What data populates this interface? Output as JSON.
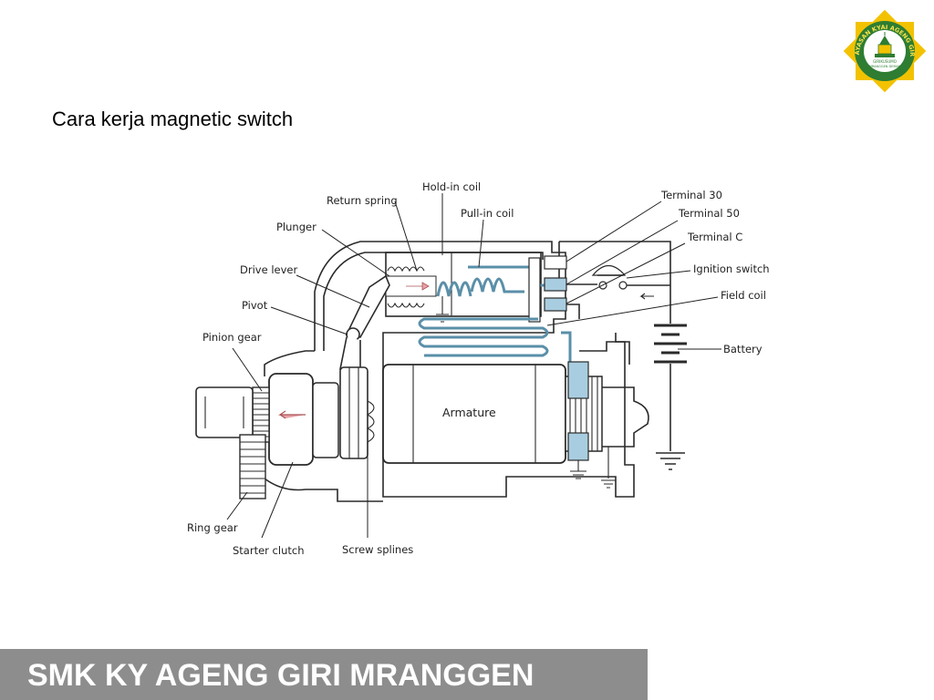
{
  "slide": {
    "title": "Cara kerja magnetic switch",
    "footer": "SMK KY AGENG GIRI MRANGGEN"
  },
  "logo": {
    "ring_text": "YAYASAN KYAI AGENG GIRI",
    "bottom_line_1": "GIRIKUSUMO",
    "bottom_line_2": "MRANGGEN DEMAK",
    "colors": {
      "star": "#f2c200",
      "ring": "#2e7d32",
      "inner": "#ffffff"
    }
  },
  "diagram": {
    "labels": {
      "hold_in_coil": "Hold-in coil",
      "return_spring": "Return spring",
      "pull_in_coil": "Pull-in coil",
      "plunger": "Plunger",
      "terminal_30": "Terminal 30",
      "terminal_50": "Terminal 50",
      "terminal_c": "Terminal C",
      "drive_lever": "Drive lever",
      "ignition_switch": "Ignition switch",
      "field_coil": "Field coil",
      "pivot": "Pivot",
      "pinion_gear": "Pinion gear",
      "battery": "Battery",
      "armature": "Armature",
      "ring_gear": "Ring gear",
      "starter_clutch": "Starter clutch",
      "screw_splines": "Screw splines"
    },
    "colors": {
      "copper": "#a9cde0",
      "arrow": "#e8a0a8",
      "line": "#2a2a2a"
    }
  }
}
